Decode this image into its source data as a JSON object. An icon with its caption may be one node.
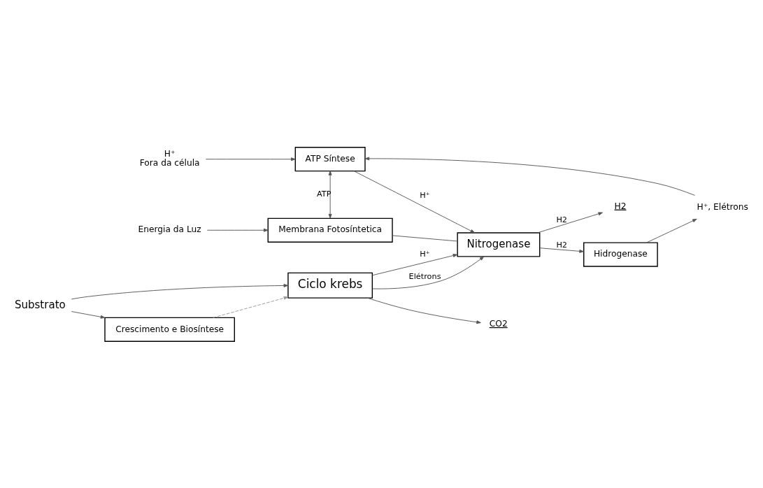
{
  "diagram": {
    "nodes": [
      {
        "text": [
          "Substrato"
        ]
      },
      {
        "text": [
          "Ciclo krebs"
        ]
      },
      {
        "text": [
          "CO2"
        ]
      },
      {
        "text": [
          "H⁺",
          "Fora da célula"
        ]
      },
      {
        "text": [
          "Energia da Luz"
        ]
      },
      {
        "text": [
          "Membrana Fotosíntetica"
        ]
      },
      {
        "text": [
          "ATP Síntese"
        ]
      },
      {
        "text": [
          "Nitrogenase"
        ]
      },
      {
        "text": [
          "Hidrogenase"
        ]
      },
      {
        "text": [
          "H⁺, Elétrons"
        ]
      },
      {
        "text": [
          "H2"
        ]
      },
      {
        "text": [
          "Crescimento e Biosíntese"
        ]
      }
    ],
    "edges": [
      {
        "from": 0,
        "to": 1,
        "arrow": "to"
      },
      {
        "from": 0,
        "to": 11,
        "arrow": "to"
      },
      {
        "from": 11,
        "to": 1,
        "arrow": "to",
        "style": "dashed",
        "color": "#999999"
      },
      {
        "from": 1,
        "to": 2,
        "arrow": "to"
      },
      {
        "from": 1,
        "to": 7,
        "label": "H⁺",
        "arrow": "to"
      },
      {
        "from": 6,
        "to": 7,
        "label": "H⁺",
        "arrow": "to"
      },
      {
        "from": 1,
        "to": 7,
        "label": "Elétrons",
        "arrow": "to"
      },
      {
        "from": 3,
        "to": 6,
        "arrow": "to"
      },
      {
        "from": 9,
        "to": 6,
        "arrow": "to"
      },
      {
        "from": 4,
        "to": 5,
        "arrow": "to"
      },
      {
        "from": 6,
        "to": 5,
        "label": "ATP",
        "arrow": "both"
      },
      {
        "from": 5,
        "to": 7,
        "arrow": "none"
      },
      {
        "from": 7,
        "to": 10,
        "label": "H2",
        "arrow": "to"
      },
      {
        "from": 7,
        "to": 8,
        "label": "H2",
        "arrow": "to"
      },
      {
        "from": 8,
        "to": 9,
        "arrow": "to"
      }
    ]
  }
}
